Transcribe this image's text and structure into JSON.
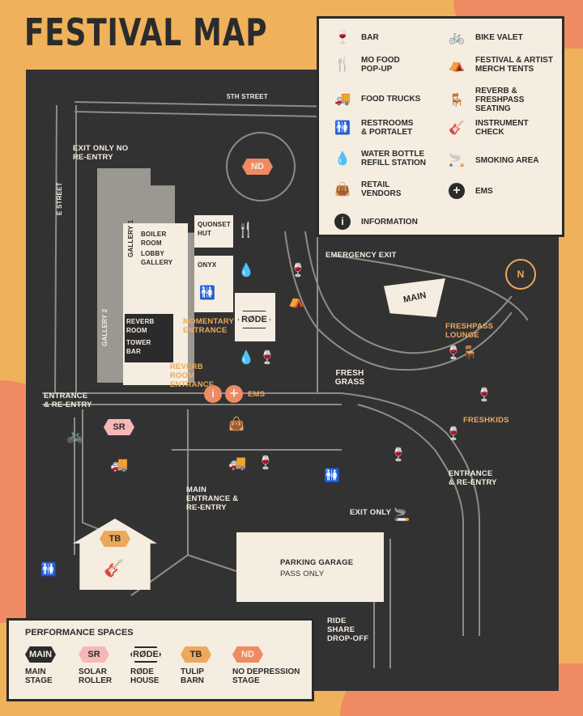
{
  "title": "FESTIVAL MAP",
  "legend": [
    {
      "icon": "wine-glass-icon",
      "label": "BAR"
    },
    {
      "icon": "bike-icon",
      "label": "BIKE VALET"
    },
    {
      "icon": "fork-knife-icon",
      "label": "MO FOOD POP-UP"
    },
    {
      "icon": "tent-icon",
      "label": "FESTIVAL & ARTIST MERCH TENTS"
    },
    {
      "icon": "food-truck-icon",
      "label": "FOOD TRUCKS"
    },
    {
      "icon": "lounge-chair-icon",
      "label": "REVERB & FRESHPASS SEATING"
    },
    {
      "icon": "restroom-icon",
      "label": "RESTROOMS & PORTALET"
    },
    {
      "icon": "guitar-icon",
      "label": "INSTRUMENT CHECK"
    },
    {
      "icon": "water-drop-icon",
      "label": "WATER BOTTLE REFILL STATION"
    },
    {
      "icon": "cigarette-icon",
      "label": "SMOKING AREA"
    },
    {
      "icon": "shopping-bag-icon",
      "label": "RETAIL VENDORS"
    },
    {
      "icon": "plus-icon",
      "label": "EMS"
    },
    {
      "icon": "info-icon",
      "label": "INFORMATION"
    }
  ],
  "performance": {
    "title": "PERFORMANCE SPACES",
    "items": [
      {
        "code": "MAIN",
        "name": "MAIN STAGE",
        "bg": "#2b2b2b",
        "fg": "#f4ede0"
      },
      {
        "code": "SR",
        "name": "SOLAR ROLLER",
        "bg": "#f6b8b6",
        "fg": "#2b2b2b"
      },
      {
        "code": "RØDE",
        "name": "RØDE HOUSE",
        "bg": "#f4ede0",
        "fg": "#2b2b2b"
      },
      {
        "code": "TB",
        "name": "TULIP BARN",
        "bg": "#eda85c",
        "fg": "#2b2b2b"
      },
      {
        "code": "ND",
        "name": "NO DEPRESSION STAGE",
        "bg": "#f08a62",
        "fg": "#f4ede0"
      }
    ]
  },
  "map_labels": {
    "fifth_street": "5TH STREET",
    "e_street": "E STREET",
    "exit_only_top": "EXIT ONLY NO RE-ENTRY",
    "gallery1": "GALLERY 1",
    "gallery2": "GALLERY 2",
    "boiler_room": "BOILER ROOM",
    "lobby_gallery": "LOBBY GALLERY",
    "quonset_hut": "QUONSET HUT",
    "onyx": "ONYX",
    "reverb_room": "REVERB ROOM",
    "tower_bar": "TOWER BAR",
    "momentary_entrance": "MOMENTARY ENTRANCE",
    "reverb_room_entrance": "REVERB ROOM ENTRANCE",
    "emergency_exit": "EMERGENCY EXIT",
    "freshpass_lounge": "FRESHPASS LOUNGE",
    "freshkids": "FRESHKIDS",
    "fresh_grass": "FRESH GRASS",
    "ems": "EMS",
    "entrance_left": "ENTRANCE & RE-ENTRY",
    "entrance_right": "ENTRANCE & RE-ENTRY",
    "main_entrance": "MAIN ENTRANCE & RE-ENTRY",
    "exit_only_bottom": "EXIT ONLY",
    "parking_garage": "PARKING GARAGE",
    "pass_only": "PASS ONLY",
    "ride_share": "RIDE SHARE DROP-OFF",
    "nd": "ND",
    "sr": "SR",
    "tb": "TB",
    "rode": "RØDE",
    "main": "MAIN",
    "north": "N"
  },
  "colors": {
    "background": "#efb25a",
    "map": "#333233",
    "cream": "#f4ede0",
    "orange": "#eda85c",
    "coral": "#f08a62",
    "pink": "#f6b8b6"
  }
}
